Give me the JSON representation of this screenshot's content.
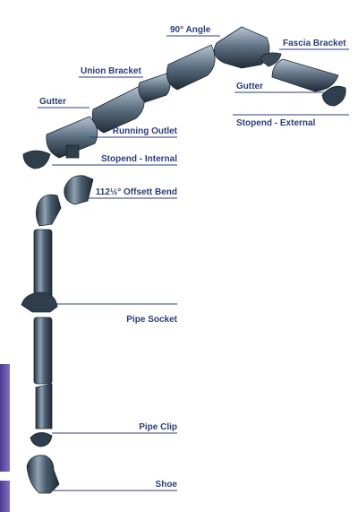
{
  "labels": {
    "angle_90": "90° Angle",
    "fascia_bracket": "Fascia Bracket",
    "union_bracket": "Union Bracket",
    "gutter_right": "Gutter",
    "gutter_left": "Gutter",
    "running_outlet": "Running Outlet",
    "stopend_external": "Stopend - External",
    "stopend_internal": "Stopend - Internal",
    "offset_bend": "112½° Offsett Bend",
    "pipe_socket": "Pipe Socket",
    "pipe_clip": "Pipe Clip",
    "shoe": "Shoe"
  },
  "colors": {
    "label_text": "#2b3d7a",
    "part_dark": "#2f3e4b",
    "part_light": "#9fb0bf",
    "edge_purple": "#6a54b0"
  }
}
